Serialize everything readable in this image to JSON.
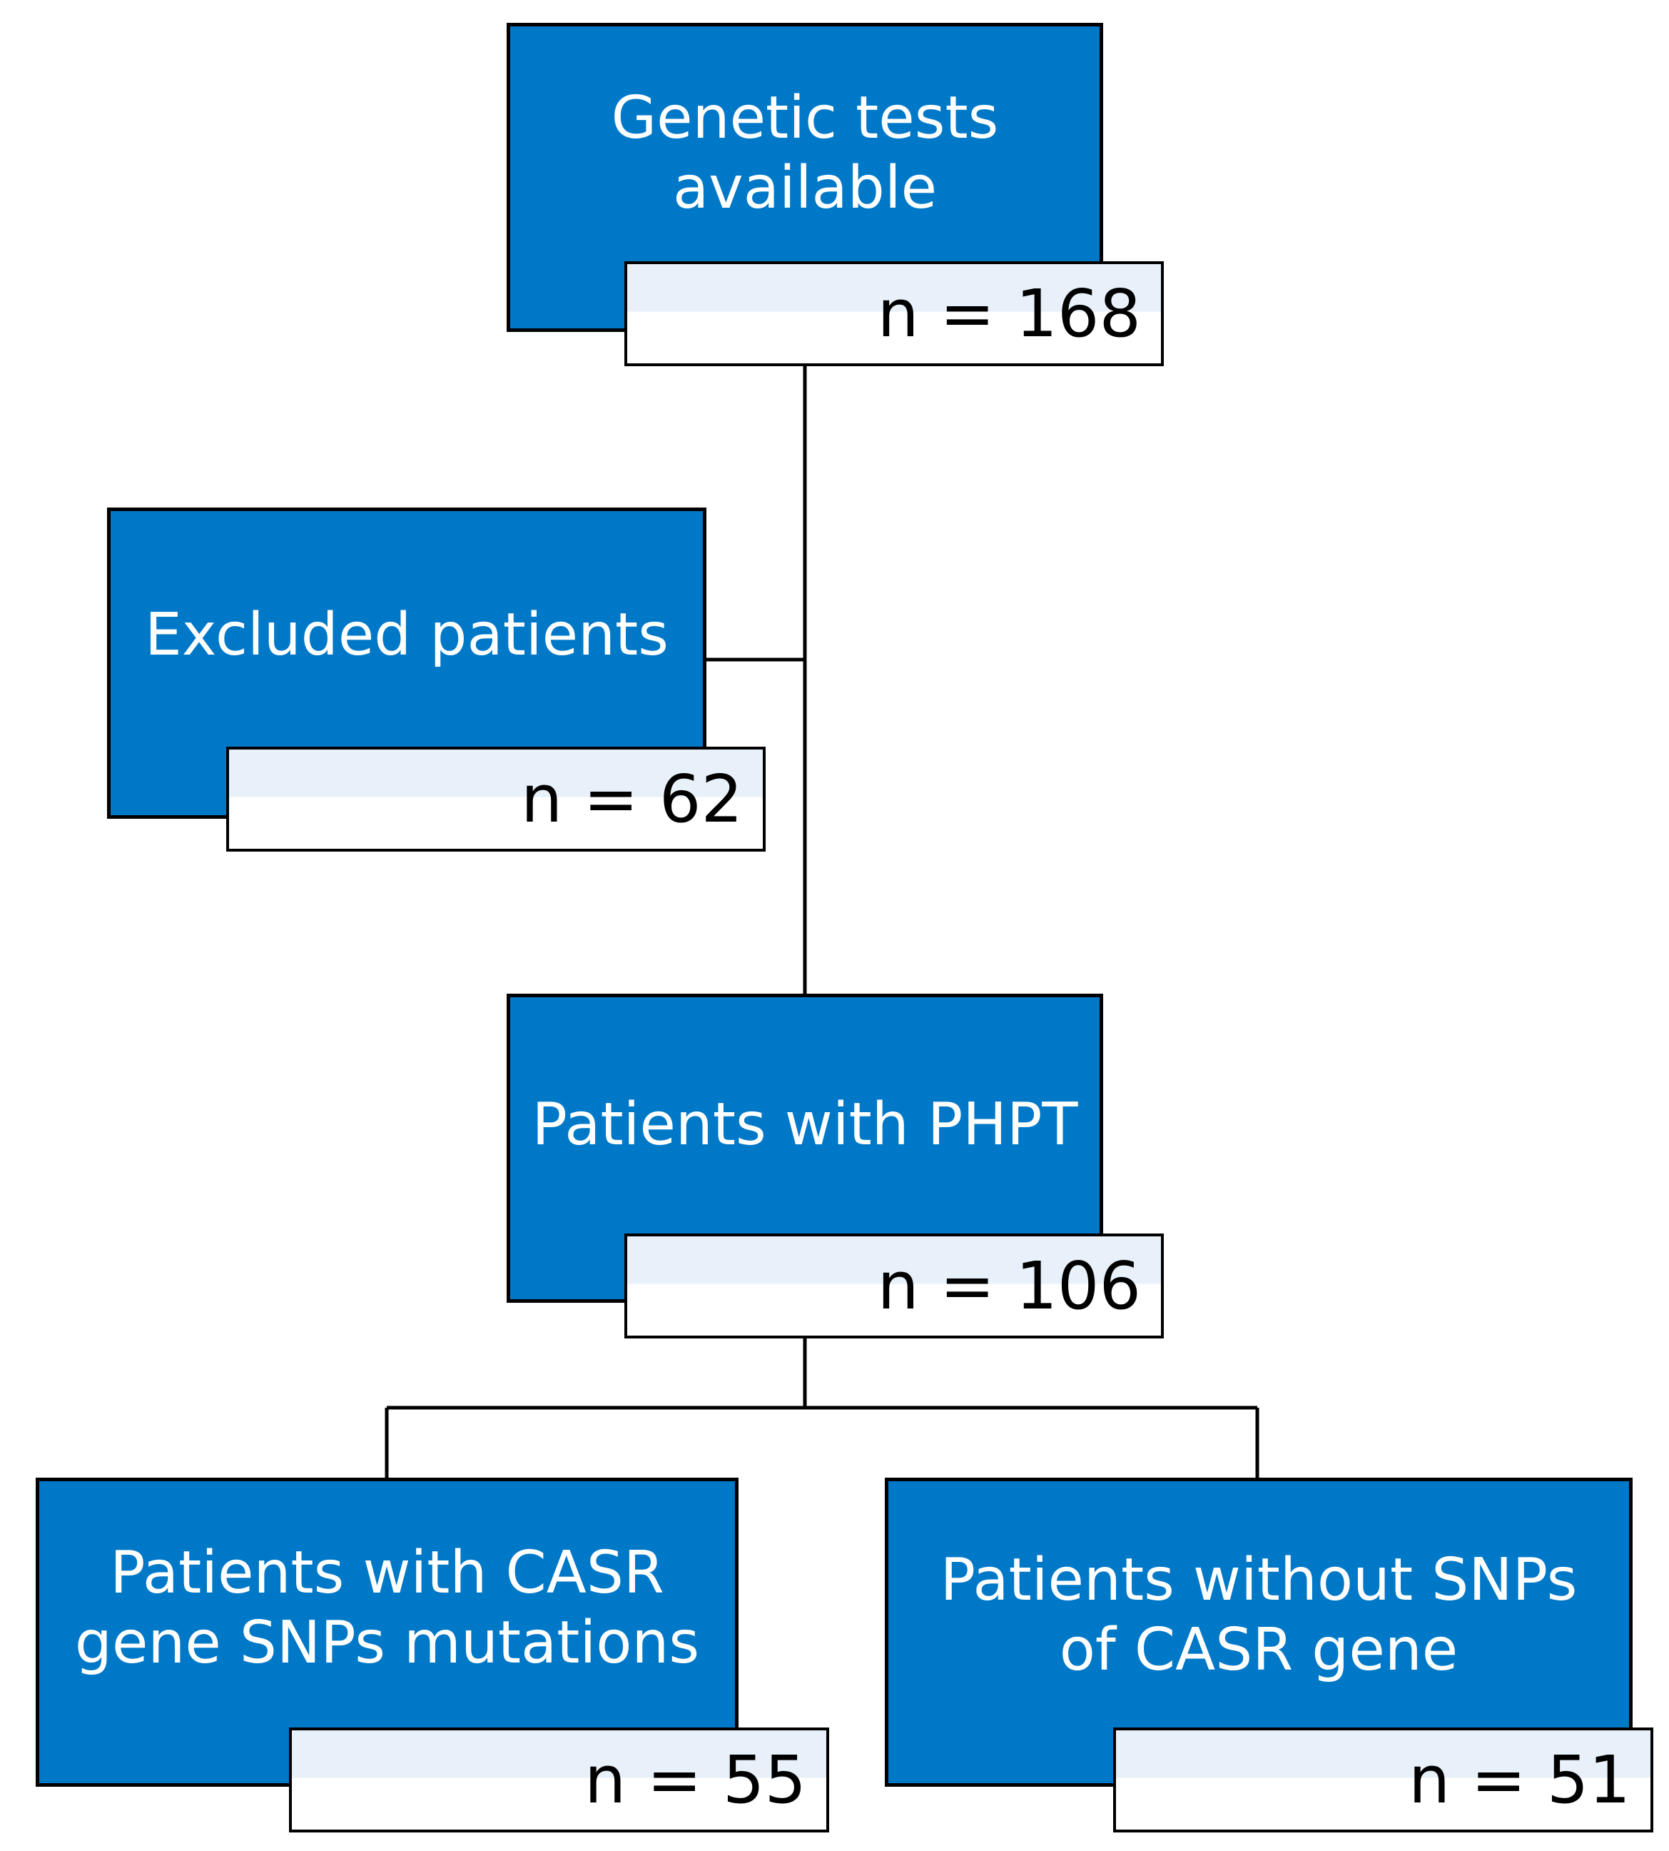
{
  "nodes": {
    "genetic_tests": {
      "title": "Genetic tests available",
      "count": "n = 168"
    },
    "excluded": {
      "title": "Excluded patients",
      "count": "n = 62"
    },
    "phpt": {
      "title": "Patients with PHPT",
      "count": "n = 106"
    },
    "casr_snps": {
      "title": "Patients with CASR gene SNPs mutations",
      "count": "n = 55"
    },
    "no_snps": {
      "title": "Patients without SNPs of CASR gene",
      "count": "n = 51"
    }
  },
  "colors": {
    "box_fill": "#0078c8",
    "box_text": "#ffffff",
    "count_fill": "#e8f1f9",
    "border": "#000000"
  }
}
